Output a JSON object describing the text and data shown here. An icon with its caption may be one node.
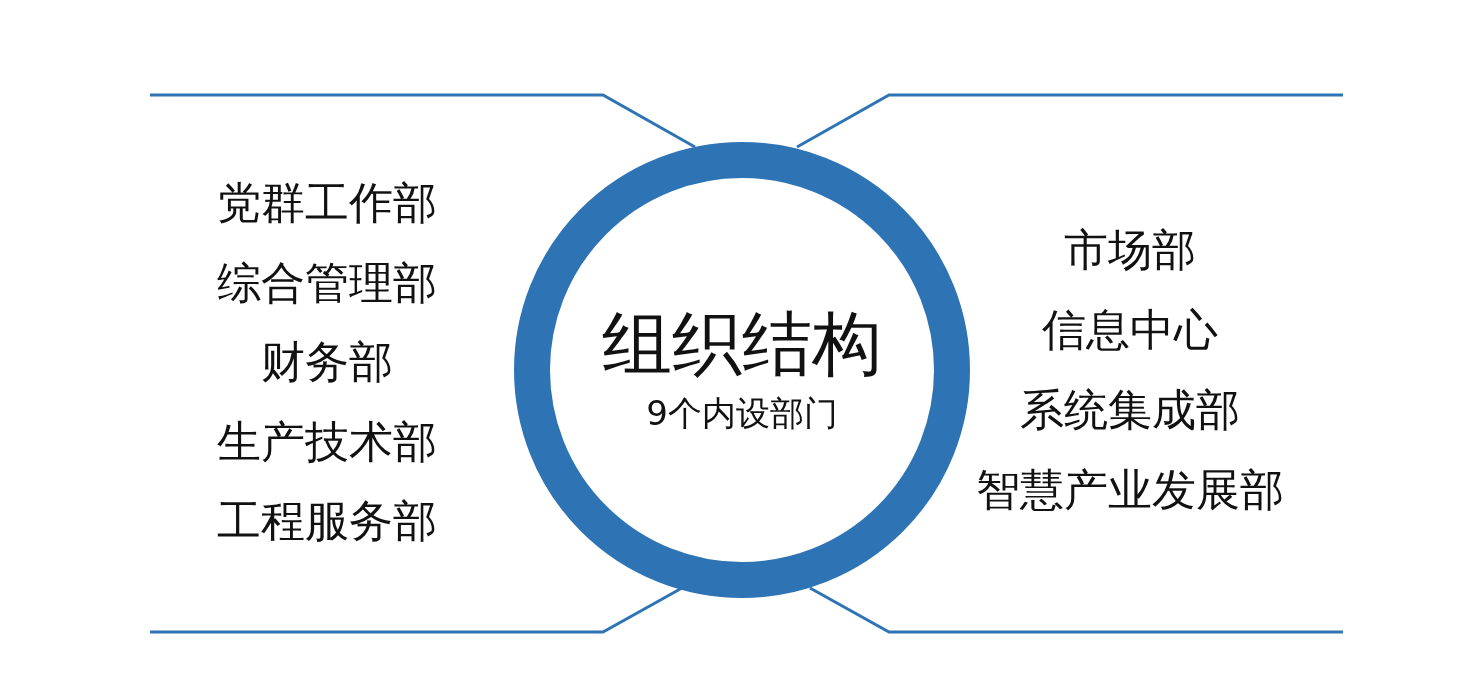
{
  "diagram": {
    "nodes": [
      {
        "text": [
          "组织结构",
          "9个内设部门"
        ]
      }
    ],
    "labels": [
      "党群工作部",
      "综合管理部",
      "财务部",
      "生产技术部",
      "工程服务部",
      "市场部",
      "信息中心",
      "系统集成部",
      "智慧产业发展部"
    ]
  }
}
